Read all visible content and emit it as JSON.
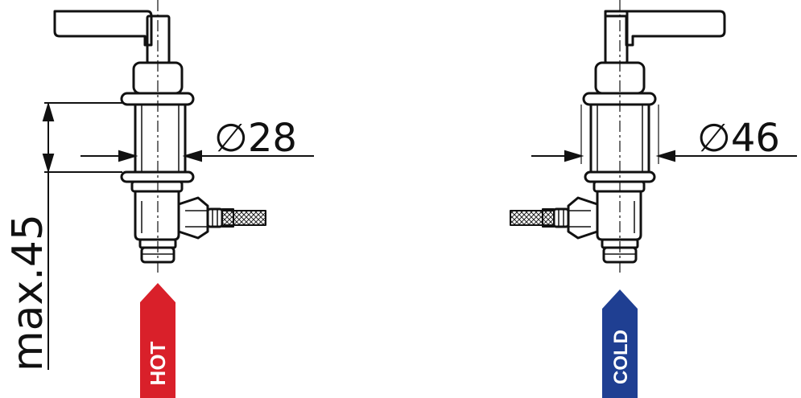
{
  "dimensions": {
    "height_label": "max.45",
    "hot_diameter": "28",
    "cold_diameter": "46",
    "diameter_symbol": "∅"
  },
  "tags": {
    "hot": {
      "label": "HOT",
      "color": "#d9202a"
    },
    "cold": {
      "label": "COLD",
      "color": "#1f3f92"
    }
  }
}
